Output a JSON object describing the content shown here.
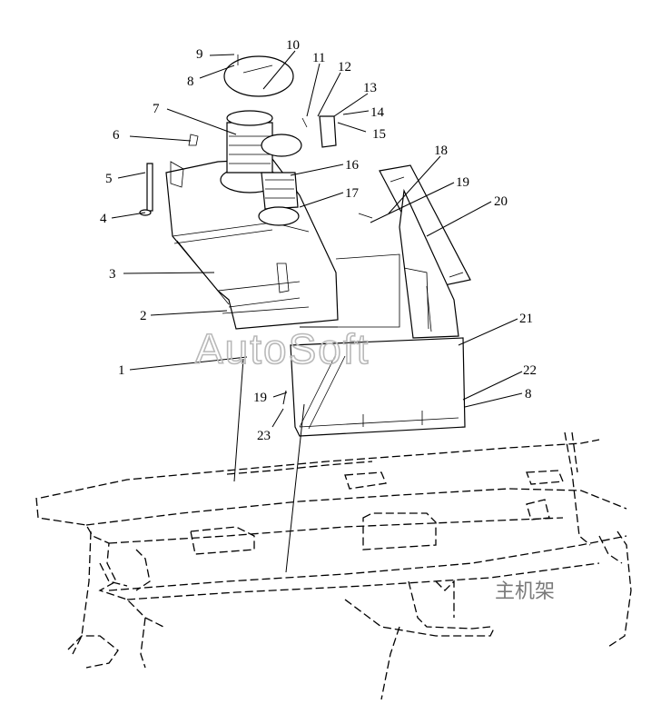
{
  "callouts": [
    {
      "id": "9",
      "label": "9"
    },
    {
      "id": "8a",
      "label": "8"
    },
    {
      "id": "10",
      "label": "10"
    },
    {
      "id": "11",
      "label": "11"
    },
    {
      "id": "12",
      "label": "12"
    },
    {
      "id": "13",
      "label": "13"
    },
    {
      "id": "14",
      "label": "14"
    },
    {
      "id": "15",
      "label": "15"
    },
    {
      "id": "7",
      "label": "7"
    },
    {
      "id": "6",
      "label": "6"
    },
    {
      "id": "5",
      "label": "5"
    },
    {
      "id": "4",
      "label": "4"
    },
    {
      "id": "16",
      "label": "16"
    },
    {
      "id": "17",
      "label": "17"
    },
    {
      "id": "18",
      "label": "18"
    },
    {
      "id": "19a",
      "label": "19"
    },
    {
      "id": "20",
      "label": "20"
    },
    {
      "id": "3",
      "label": "3"
    },
    {
      "id": "2",
      "label": "2"
    },
    {
      "id": "21",
      "label": "21"
    },
    {
      "id": "1",
      "label": "1"
    },
    {
      "id": "22",
      "label": "22"
    },
    {
      "id": "8b",
      "label": "8"
    },
    {
      "id": "19b",
      "label": "19"
    },
    {
      "id": "23",
      "label": "23"
    }
  ],
  "watermark": "AutoSoft",
  "caption": "主机架"
}
